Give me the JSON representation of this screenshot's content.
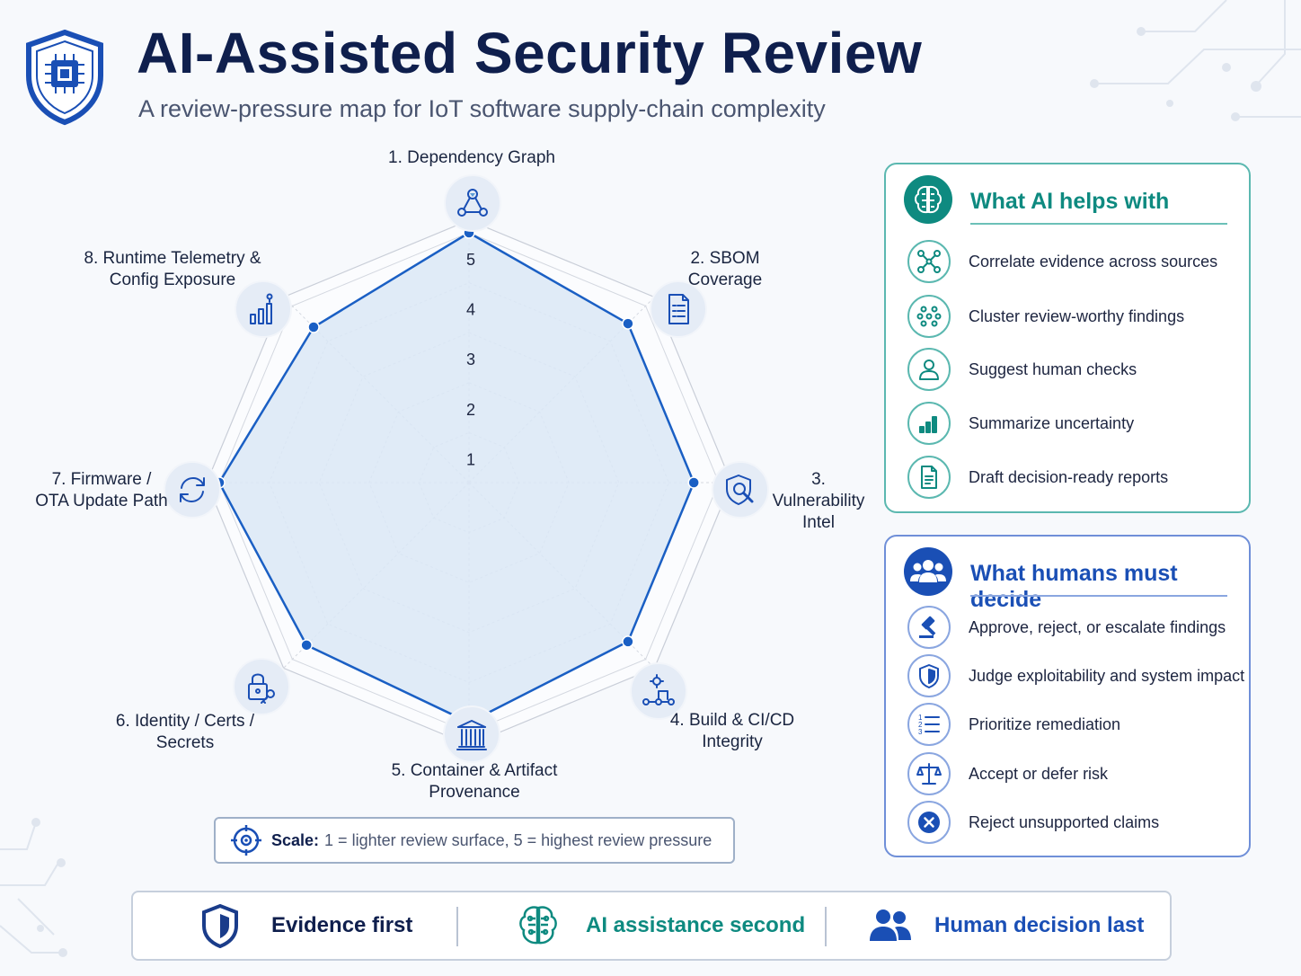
{
  "header": {
    "title": "AI-Assisted Security Review",
    "subtitle": "A review-pressure map for IoT software supply-chain complexity"
  },
  "chart_data": {
    "type": "radar",
    "axes": [
      {
        "lines": [
          "1. Dependency Graph"
        ],
        "icon": "dependency-graph-icon"
      },
      {
        "lines": [
          "2. SBOM",
          "Coverage"
        ],
        "icon": "document-list-icon"
      },
      {
        "lines": [
          "3. Vulnerability",
          "Intel"
        ],
        "icon": "shield-search-icon"
      },
      {
        "lines": [
          "4. Build & CI/CD",
          "Integrity"
        ],
        "icon": "pipeline-gear-icon"
      },
      {
        "lines": [
          "5. Container & Artifact",
          "Provenance"
        ],
        "icon": "container-icon"
      },
      {
        "lines": [
          "6. Identity / Certs /",
          "Secrets"
        ],
        "icon": "lock-key-icon"
      },
      {
        "lines": [
          "7. Firmware /",
          "OTA Update Path"
        ],
        "icon": "refresh-icon"
      },
      {
        "lines": [
          "8. Runtime Telemetry &",
          "Config Exposure"
        ],
        "icon": "telemetry-bars-icon"
      }
    ],
    "values": [
      5,
      4.5,
      4.5,
      4.5,
      4.8,
      4.6,
      5,
      4.4
    ],
    "rlim": [
      0,
      5
    ],
    "ticks": [
      "1",
      "2",
      "3",
      "4",
      "5"
    ],
    "colors": {
      "line": "#1a5fc4",
      "fill": "#dbe7f6",
      "grid": "#c9ced8"
    }
  },
  "scale": {
    "label": "Scale:",
    "text": "1 = lighter review surface, 5 = highest review pressure"
  },
  "ai_panel": {
    "title": "What AI helps with",
    "accent": "#0e8a80",
    "items": [
      {
        "label": "Correlate evidence across sources",
        "icon": "network-nodes-icon"
      },
      {
        "label": "Cluster review-worthy findings",
        "icon": "cluster-dots-icon"
      },
      {
        "label": "Suggest human checks",
        "icon": "person-icon"
      },
      {
        "label": "Summarize uncertainty",
        "icon": "bar-chart-icon"
      },
      {
        "label": "Draft decision-ready reports",
        "icon": "report-document-icon"
      }
    ]
  },
  "human_panel": {
    "title": "What humans must decide",
    "accent": "#1a4fb5",
    "items": [
      {
        "label": "Approve, reject, or escalate findings",
        "icon": "gavel-icon"
      },
      {
        "label": "Judge exploitability and system impact",
        "icon": "shield-icon"
      },
      {
        "label": "Prioritize remediation",
        "icon": "numbered-list-icon"
      },
      {
        "label": "Accept or defer risk",
        "icon": "scales-icon"
      },
      {
        "label": "Reject unsupported claims",
        "icon": "x-circle-icon"
      }
    ]
  },
  "footer": {
    "items": [
      {
        "label": "Evidence first",
        "color": "#0f1f4d"
      },
      {
        "label": "AI assistance second",
        "color": "#0e8a80"
      },
      {
        "label": "Human decision last",
        "color": "#1a4fb5"
      }
    ]
  }
}
